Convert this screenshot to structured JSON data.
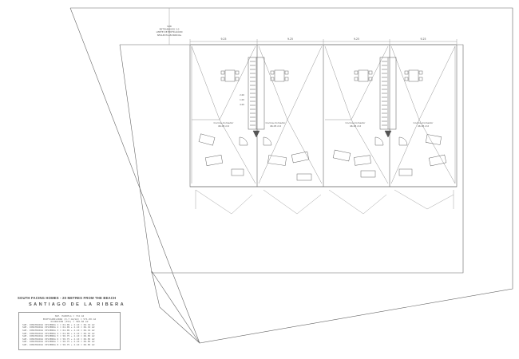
{
  "drawing": {
    "headline": "SOUTH FACING HOMES - 20 METRES FROM THE BEACH",
    "place": "SANTIAGO DE LA RIBERA",
    "north_note": [
      "SUR",
      "RETRANQUEO 3.0",
      "LIMITE DE EDIFICACION",
      "SEGUN PLAN PARCIAL"
    ],
    "widths": [
      "9.25",
      "9.25",
      "9.25",
      "9.25"
    ],
    "rooms": [
      {
        "label": "Cocina-Comedor",
        "area": "46.05 m2"
      },
      {
        "label": "Cocina-Comedor",
        "area": "46.05 m2"
      },
      {
        "label": "Cocina-Comedor",
        "area": "46.05 m2"
      },
      {
        "label": "Cocina-Comedor",
        "area": "46.05 m2"
      }
    ],
    "stair_dims": [
      "2.00",
      "1.00",
      "4.00"
    ],
    "area_table": {
      "summary": [
        "SUP. PARCELA = 714 m2",
        "EDIFICABILIDAD (0.7 m2/m2) = 571.00 m2",
        "OCUPACION (55%) = 392.60 m2"
      ],
      "rows": [
        "SUP. CONSTRUIDA VIVIENDA 1 = 64.09 + 2.10 = 66.19 m2",
        "SUP. CONSTRUIDA VIVIENDA 2 = 64.09 + 2.10 = 66.19 m2",
        "SUP. CONSTRUIDA VIVIENDA 3 = 64.09 + 2.10 = 66.19 m2",
        "SUP. CONSTRUIDA VIVIENDA 4 = 64.09 + 2.10 = 66.19 m2",
        "SUP. CONSTRUIDA VIVIENDA 5 = 58.75 + 2.10 = 60.85 m2",
        "SUP. CONSTRUIDA VIVIENDA 6 = 58.75 + 2.10 = 60.85 m2",
        "SUP. CONSTRUIDA VIVIENDA 7 = 58.75 + 2.10 = 60.85 m2",
        "SUP. CONSTRUIDA VIVIENDA 8 = 58.75 + 2.10 = 60.85 m2"
      ]
    }
  }
}
